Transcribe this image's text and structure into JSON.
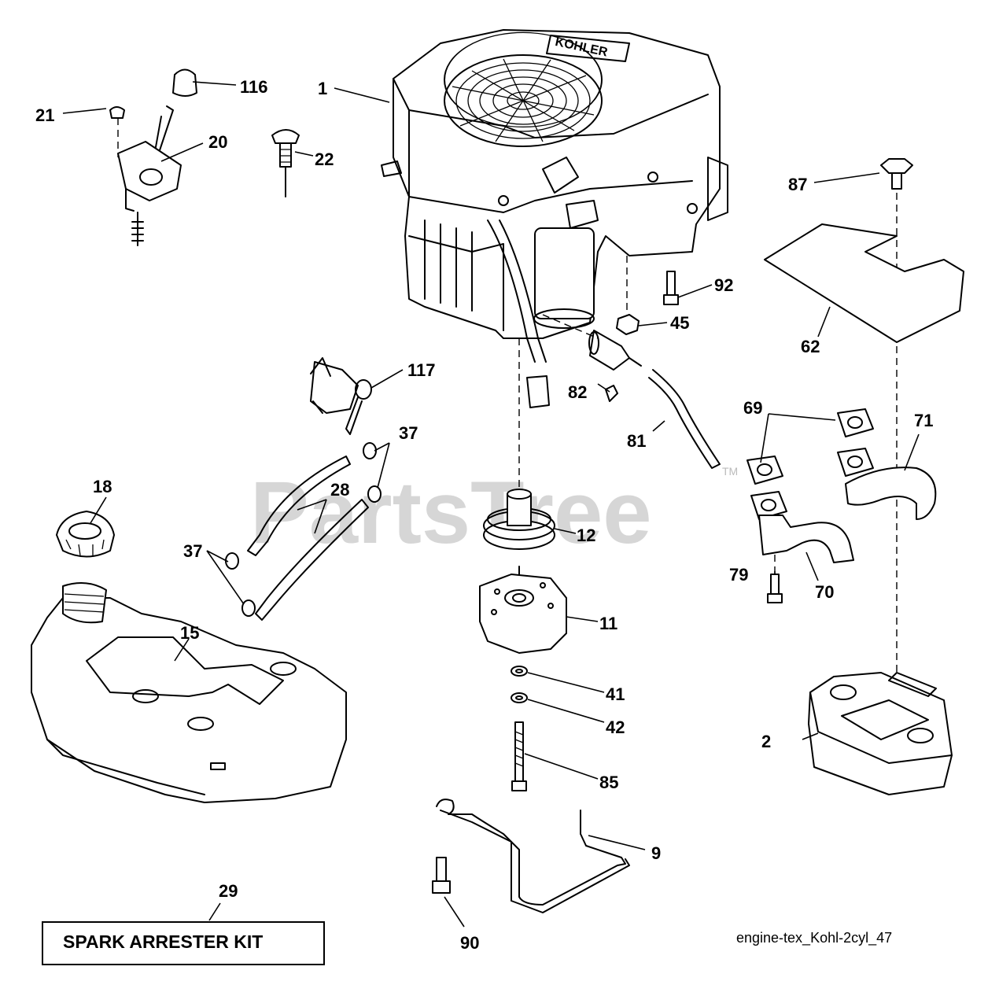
{
  "watermark": {
    "text": "PartsTree",
    "tm": "TM"
  },
  "brand_on_engine": "KOHLER",
  "callouts": {
    "c1": "1",
    "c2": "2",
    "c9": "9",
    "c11": "11",
    "c12": "12",
    "c15": "15",
    "c18": "18",
    "c20": "20",
    "c21": "21",
    "c22": "22",
    "c28": "28",
    "c29": "29",
    "c37a": "37",
    "c37b": "37",
    "c41": "41",
    "c42": "42",
    "c45": "45",
    "c62": "62",
    "c69": "69",
    "c70": "70",
    "c71": "71",
    "c79": "79",
    "c81": "81",
    "c82": "82",
    "c85": "85",
    "c87": "87",
    "c90": "90",
    "c92": "92",
    "c116": "116",
    "c117": "117"
  },
  "kit": {
    "label": "SPARK ARRESTER KIT"
  },
  "footer": {
    "ref": "engine-tex_Kohl-2cyl_47"
  }
}
